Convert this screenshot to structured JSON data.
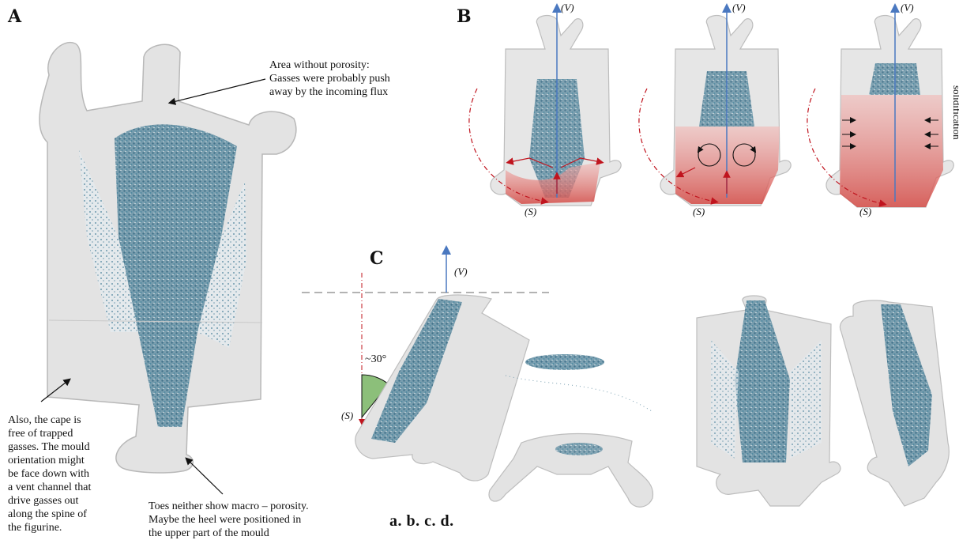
{
  "panels": {
    "a": "A",
    "b": "B",
    "c": "C"
  },
  "annotations": {
    "top": "Area without porosity:\nGasses were probably push\naway by the incoming flux",
    "cape": "Also, the cape is\nfree of trapped\ngasses. The mould\norientation might\nbe face down with\na vent channel that\ndrive gasses out\nalong the spine of\nthe figurine.",
    "toes": "Toes neither show macro – porosity.\nMaybe the heel were positioned in\nthe upper part of the mould"
  },
  "labels": {
    "v": "(V)",
    "s": "(S)",
    "solidification": "solidification",
    "angle": "~30°"
  },
  "caption": "a. b. c. d.",
  "colors": {
    "porosity": "#3d7a94",
    "casting": "#d9d9d9",
    "flow": "#e35a5a",
    "arrow_v": "#4a78c0",
    "arrow_s": "#c0141e",
    "angle_fill": "#8cbf7a"
  }
}
